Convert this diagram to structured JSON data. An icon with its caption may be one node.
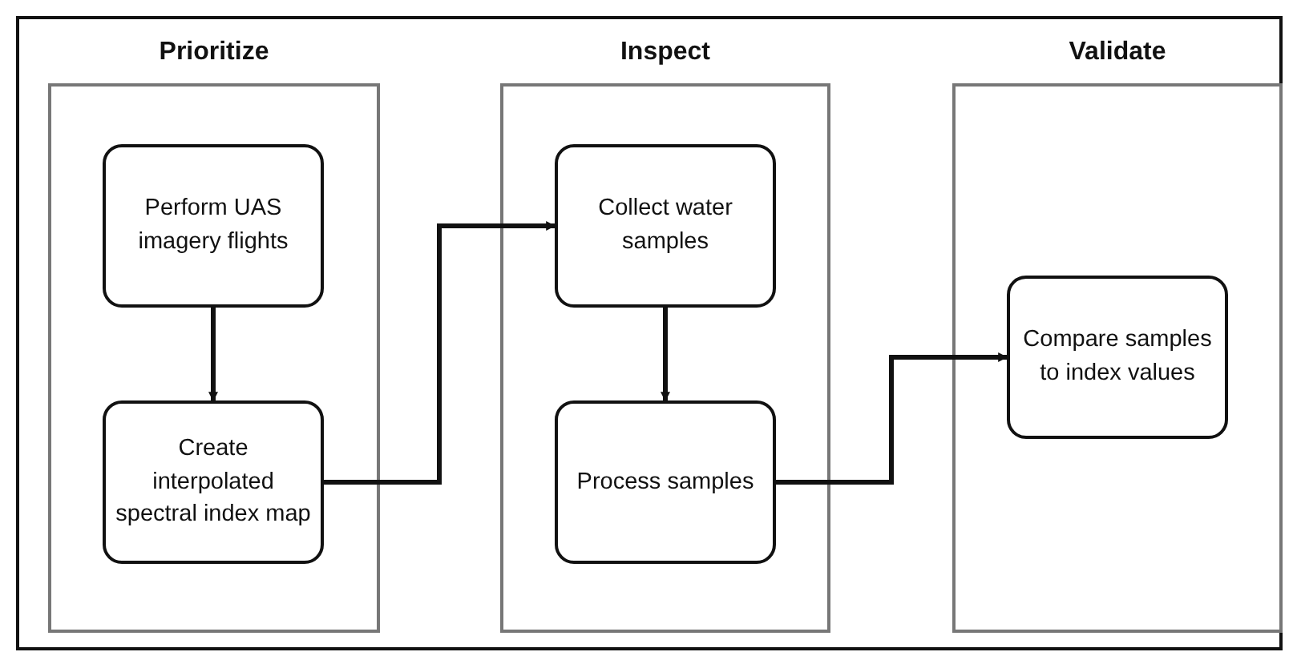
{
  "diagram": {
    "nodes": [
      {
        "text": [
          "Prioritize"
        ]
      },
      {
        "text": [
          "Perform UAS imagery flights"
        ],
        "in": 0
      },
      {
        "text": [
          "Create interpolated spectral index map"
        ],
        "in": 0
      },
      {
        "text": [
          "Inspect"
        ]
      },
      {
        "text": [
          "Collect water samples"
        ],
        "in": 3
      },
      {
        "text": [
          "Process samples"
        ],
        "in": 3
      },
      {
        "text": [
          "Validate"
        ]
      },
      {
        "text": [
          "Compare samples to index values"
        ],
        "in": 6
      }
    ],
    "edges": [
      {
        "from": 1,
        "to": 2,
        "arrow": "to"
      },
      {
        "from": 2,
        "to": 4,
        "arrow": "to"
      },
      {
        "from": 4,
        "to": 5,
        "arrow": "to"
      },
      {
        "from": 5,
        "to": 7,
        "arrow": "to"
      }
    ]
  }
}
